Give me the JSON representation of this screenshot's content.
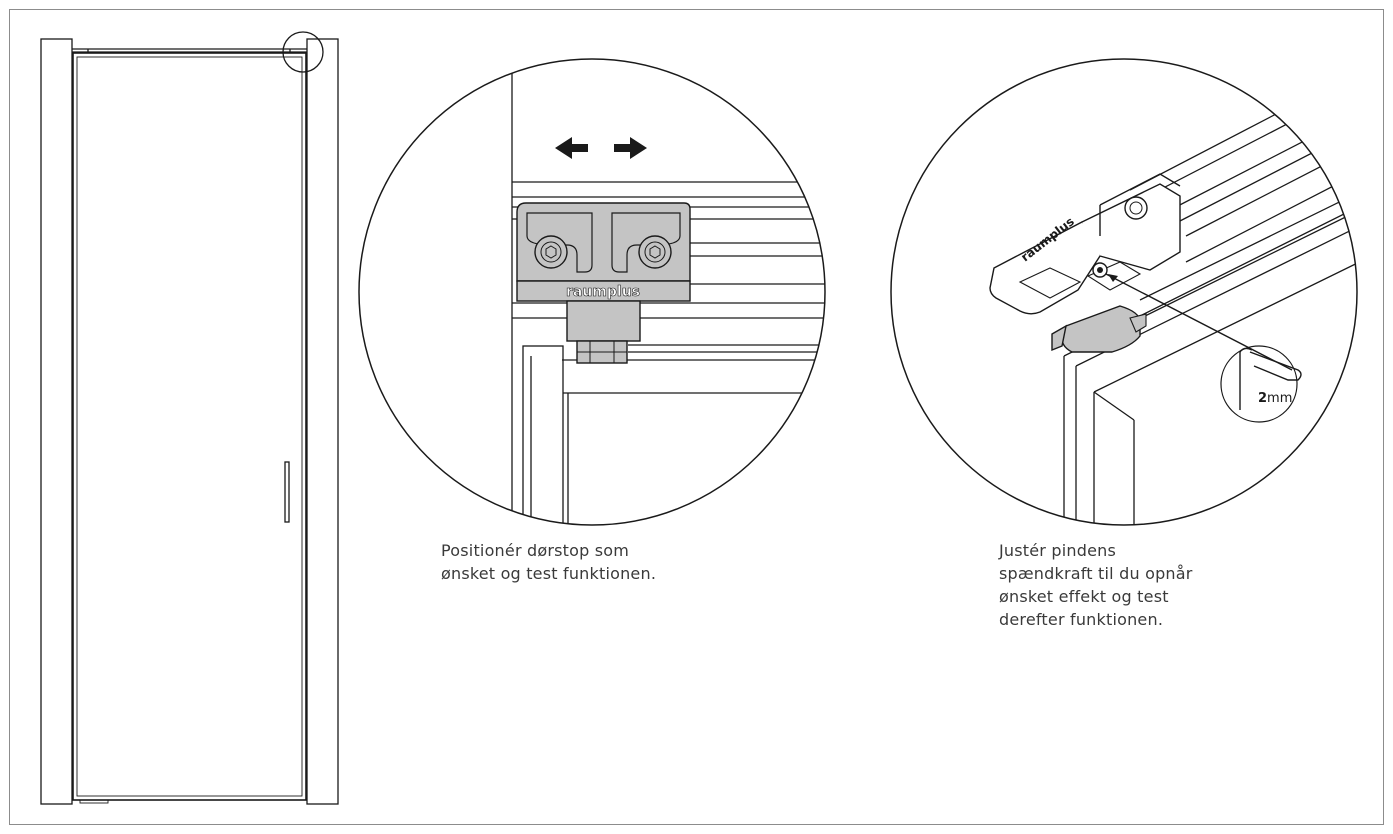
{
  "detail_left": {
    "brand": "raumplus",
    "caption": [
      "Positionér dørstop som",
      "ønsket og test funktionen."
    ]
  },
  "detail_right": {
    "brand": "raumplus",
    "tool_size_value": "2",
    "tool_size_unit": "mm",
    "caption": [
      "Justér pindens",
      "spændkraft til du opnår",
      "ønsket effekt og test",
      "derefter funktionen."
    ]
  },
  "colors": {
    "line": "#1a1a1a",
    "frame": "#8c8c8c",
    "part_fill": "#c4c4c4",
    "caption_text": "#3a3a3a"
  }
}
